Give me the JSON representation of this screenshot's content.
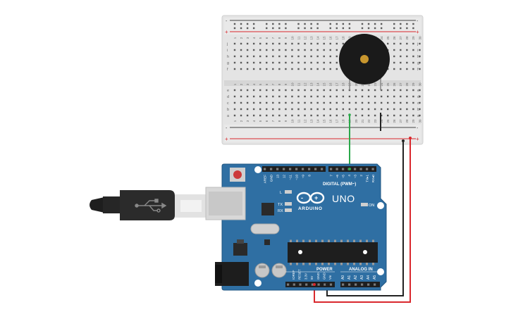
{
  "breadboard": {
    "column_labels": [
      "1",
      "2",
      "3",
      "4",
      "5",
      "6",
      "7",
      "8",
      "9",
      "10",
      "11",
      "12",
      "13",
      "14",
      "15",
      "16",
      "17",
      "18",
      "19",
      "20",
      "21",
      "22",
      "23",
      "24",
      "25",
      "26",
      "27",
      "28",
      "29",
      "30"
    ],
    "top_rows": [
      "j",
      "i",
      "h",
      "g",
      "f"
    ],
    "bottom_rows": [
      "e",
      "d",
      "c",
      "b",
      "a"
    ],
    "rail_plus": "+",
    "rail_minus": "-"
  },
  "arduino": {
    "brand": "ARDUINO",
    "model": "UNO",
    "digital_label": "DIGITAL (PWM~)",
    "power_label": "POWER",
    "analog_label": "ANALOG IN",
    "on_label": "ON",
    "led_l": "L",
    "led_tx": "TX",
    "led_rx": "RX",
    "digital_pins": [
      "AREF",
      "GND",
      "13",
      "12",
      "~11",
      "~10",
      "~9",
      "8",
      "7",
      "~6",
      "~5",
      "4",
      "~3",
      "2",
      "TX▸1",
      "RX◂0"
    ],
    "power_pins": [
      "IOREF",
      "RESET",
      "3.3V",
      "5V",
      "GND",
      "GND",
      "Vin"
    ],
    "analog_pins": [
      "A0",
      "A1",
      "A2",
      "A3",
      "A4",
      "A5"
    ]
  },
  "colors": {
    "board_blue": "#2f6fa3",
    "board_edge": "#1f5480",
    "breadboard": "#e6e6e6",
    "rail_red": "#d9282d",
    "wire_green": "#2aa84a",
    "wire_black": "#222222",
    "wire_red": "#d9282d",
    "buzzer": "#1a1a1a",
    "buzzer_center": "#c8962e",
    "usb_plug": "#2b2b2b",
    "usb_port": "#d8d8d8"
  },
  "icons": [
    "usb-plug-icon",
    "usb-symbol-icon",
    "arduino-infinity-logo-icon",
    "piezo-buzzer-icon",
    "reset-button-icon"
  ]
}
